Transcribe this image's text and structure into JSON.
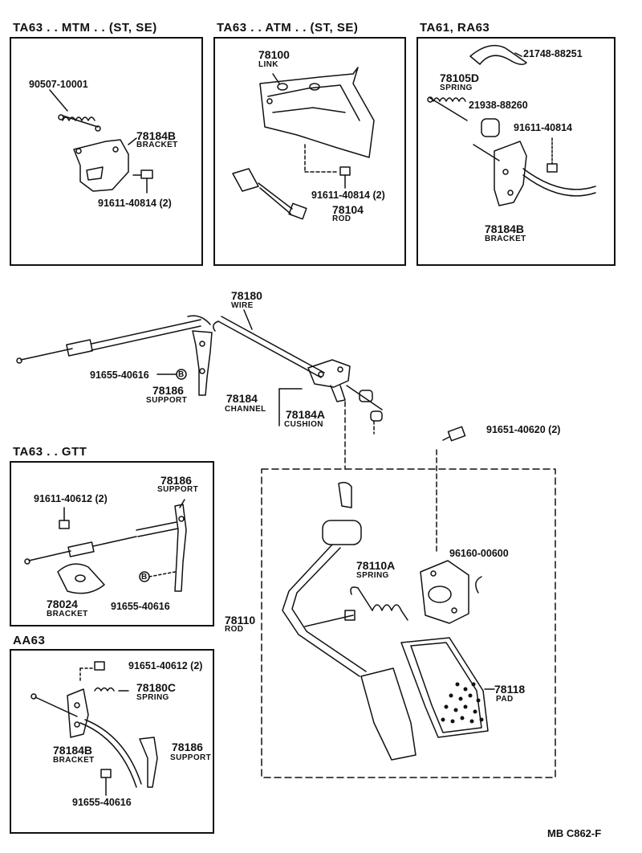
{
  "panels": {
    "p1": {
      "title": "TA63 . . MTM . . (ST, SE)"
    },
    "p2": {
      "title": "TA63 . . ATM . . (ST, SE)"
    },
    "p3": {
      "title": "TA61, RA63"
    },
    "p4": {
      "title": "TA63 . . GTT"
    },
    "p5": {
      "title": "AA63"
    }
  },
  "labels": {
    "p1_spring": "90507-10001",
    "p1_bracket_no": "78184B",
    "p1_bracket_nm": "BRACKET",
    "p1_bolt": "91611-40814 (2)",
    "p2_link_no": "78100",
    "p2_link_nm": "LINK",
    "p2_bolt": "91611-40814 (2)",
    "p2_rod_no": "78104",
    "p2_rod_nm": "ROD",
    "p3_clip": "21748-88251",
    "p3_spring_no": "78105D",
    "p3_spring_nm": "SPRING",
    "p3_cushion": "21938-88260",
    "p3_bolt": "91611-40814",
    "p3_bracket_no": "78184B",
    "p3_bracket_nm": "BRACKET",
    "wire_no": "78180",
    "wire_nm": "WIRE",
    "main_clip": "91655-40616",
    "main_support_no": "78186",
    "main_support_nm": "SUPPORT",
    "channel_no": "78184",
    "channel_nm": "CHANNEL",
    "cushion_no": "78184A",
    "cushion_nm": "CUSHION",
    "top_bolt": "91651-40620 (2)",
    "p4_support_no": "78186",
    "p4_support_nm": "SUPPORT",
    "p4_bolt": "91611-40612 (2)",
    "p4_bracket_no": "78024",
    "p4_bracket_nm": "BRACKET",
    "p4_clip": "91655-40616",
    "spring_no": "78110A",
    "spring_nm": "SPRING",
    "ring": "96160-00600",
    "rod_no": "78110",
    "rod_nm": "ROD",
    "pad_no": "78118",
    "pad_nm": "PAD",
    "p5_bolt": "91651-40612 (2)",
    "p5_spring_no": "78180C",
    "p5_spring_nm": "SPRING",
    "p5_bracket_no": "78184B",
    "p5_bracket_nm": "BRACKET",
    "p5_support_no": "78186",
    "p5_support_nm": "SUPPORT",
    "p5_clip": "91655-40616",
    "clip_b": "B",
    "footer": "MB  C862-F"
  }
}
